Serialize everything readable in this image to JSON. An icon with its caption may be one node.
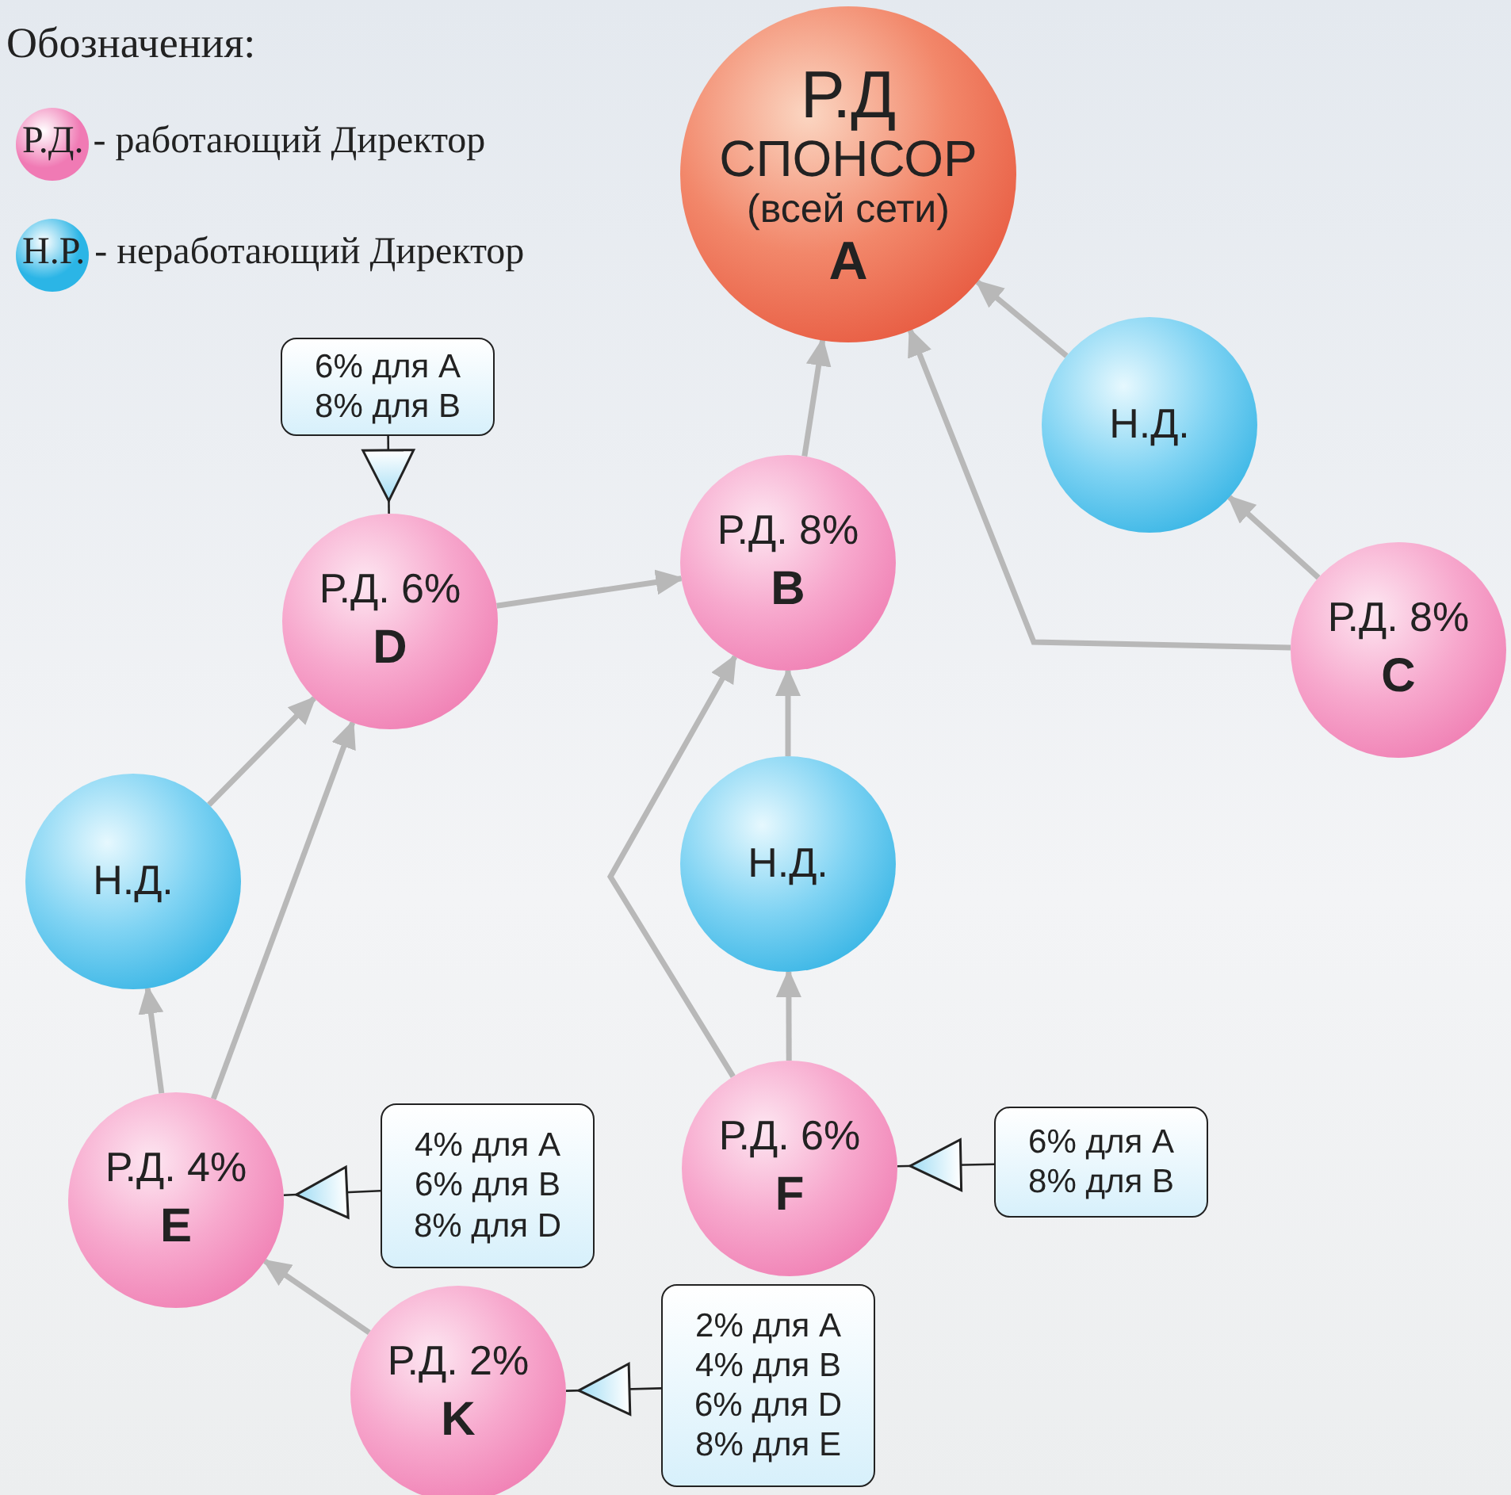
{
  "diagram": {
    "nodes": [
      {
        "text": [
          "Р.Д",
          "СПОНСОР",
          "(всей сети)",
          "A"
        ]
      },
      {
        "text": [
          "Н.Д."
        ]
      },
      {
        "text": [
          "Р.Д. 8%",
          "B"
        ]
      },
      {
        "text": [
          "Р.Д. 8%",
          "C"
        ]
      },
      {
        "text": [
          "Р.Д. 6%",
          "D"
        ]
      },
      {
        "text": [
          "6% для A",
          "8% для B"
        ]
      },
      {
        "text": [
          "Н.Д."
        ]
      },
      {
        "text": [
          "Н.Д."
        ]
      },
      {
        "text": [
          "Р.Д. 4%",
          "E"
        ]
      },
      {
        "text": [
          "4% для A",
          "6% для B",
          "8% для D"
        ]
      },
      {
        "text": [
          "Р.Д. 6%",
          "F"
        ]
      },
      {
        "text": [
          "6% для A",
          "8% для B"
        ]
      },
      {
        "text": [
          "Р.Д. 2%",
          "K"
        ]
      },
      {
        "text": [
          "2% для A",
          "4% для B",
          "6% для D",
          "8% для E"
        ]
      }
    ],
    "edges": [
      {
        "from": 2,
        "to": 0,
        "arrow": "to"
      },
      {
        "from": 1,
        "to": 0,
        "arrow": "to"
      },
      {
        "from": 3,
        "to": 1,
        "arrow": "to"
      },
      {
        "from": 3,
        "to": 0,
        "arrow": "to"
      },
      {
        "from": 4,
        "to": 2,
        "arrow": "to"
      },
      {
        "from": 7,
        "to": 2,
        "arrow": "to"
      },
      {
        "from": 10,
        "to": 2,
        "arrow": "to"
      },
      {
        "from": 10,
        "to": 7,
        "arrow": "to"
      },
      {
        "from": 6,
        "to": 4,
        "arrow": "to"
      },
      {
        "from": 8,
        "to": 4,
        "arrow": "to"
      },
      {
        "from": 8,
        "to": 6,
        "arrow": "to"
      },
      {
        "from": 12,
        "to": 8,
        "arrow": "to"
      },
      {
        "from": 5,
        "to": 4,
        "arrow": "to",
        "color": "#222222"
      },
      {
        "from": 9,
        "to": 8,
        "arrow": "to",
        "color": "#222222"
      },
      {
        "from": 11,
        "to": 10,
        "arrow": "to",
        "color": "#222222"
      },
      {
        "from": 13,
        "to": 12,
        "arrow": "to",
        "color": "#222222"
      }
    ],
    "labels": [
      "Обозначения:"
    ],
    "legend": [
      {
        "text": "Р.Д. - работающий Директор",
        "color": "#f07ab4"
      },
      {
        "text": "Н.Р. - неработающий Директор",
        "color": "#2bb5e6"
      }
    ]
  }
}
